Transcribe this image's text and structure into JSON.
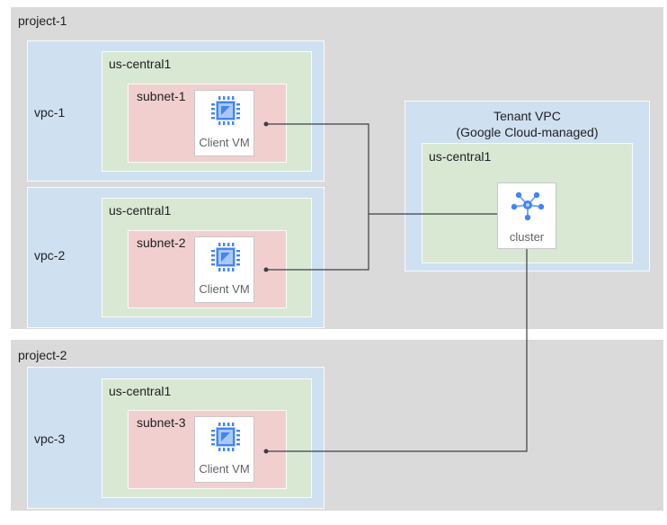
{
  "projects": [
    {
      "name": "project-1",
      "vpcs": [
        {
          "name": "vpc-1",
          "region": "us-central1",
          "subnet": "subnet-1",
          "vm": "Client VM"
        },
        {
          "name": "vpc-2",
          "region": "us-central1",
          "subnet": "subnet-2",
          "vm": "Client VM"
        }
      ]
    },
    {
      "name": "project-2",
      "vpcs": [
        {
          "name": "vpc-3",
          "region": "us-central1",
          "subnet": "subnet-3",
          "vm": "Client VM"
        }
      ]
    }
  ],
  "tenant": {
    "title_line1": "Tenant VPC",
    "title_line2": "(Google Cloud-managed)",
    "region": "us-central1",
    "node": "cluster"
  },
  "colors": {
    "project_bg": "#dadada",
    "vpc_bg": "#cfe0f1",
    "region_bg": "#d9e8d3",
    "subnet_bg": "#f2cfcf",
    "icon_blue": "#4285f4",
    "line": "#3c4043"
  },
  "icons": {
    "vm": "compute-chip-icon",
    "cluster": "cluster-hub-icon"
  }
}
